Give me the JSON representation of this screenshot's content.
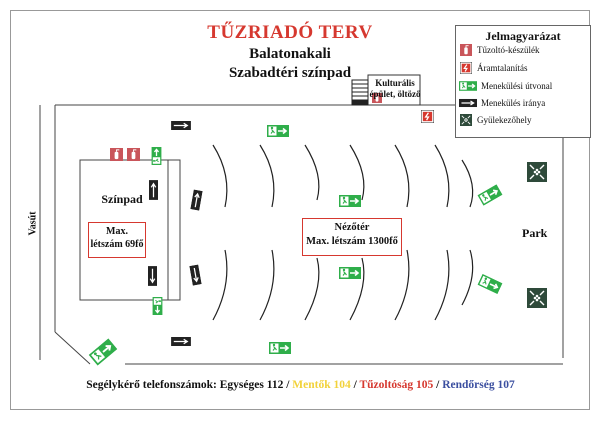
{
  "header": {
    "title": "TŰZRIADÓ TERV",
    "location": "Balatonakali",
    "venue": "Szabadtéri színpad"
  },
  "legend": {
    "title": "Jelmagyarázat",
    "items": [
      {
        "icon": "fire-extinguisher-icon",
        "label": "Tűzoltó-készülék"
      },
      {
        "icon": "power-cut-icon",
        "label": "Áramtalanítás"
      },
      {
        "icon": "exit-route-icon",
        "label": "Menekülési útvonal"
      },
      {
        "icon": "escape-direction-arrow-icon",
        "label": "Menekülés iránya"
      },
      {
        "icon": "assembly-point-icon",
        "label": "Gyülekezőhely"
      }
    ]
  },
  "map": {
    "building_label": "Kulturális épület, öltöző",
    "stage_label": "Színpad",
    "stage_capacity": "Max. létszám 69fő",
    "auditorium_label": "Nézőtér",
    "auditorium_capacity": "Max. létszám 1300fő",
    "railway_label": "Vasút",
    "park_label": "Park"
  },
  "footer": {
    "prefix": "Segélykérő telefonszámok: Egységes 112 / ",
    "ambulance": "Mentők 104",
    "sep1": " / ",
    "fire": "Tűzoltóság 105",
    "sep2": " / ",
    "police": "Rendőrség 107"
  },
  "colors": {
    "title": "#d6382f",
    "exit_sign": "#2fae4a",
    "assembly": "#2e4a3a",
    "ambulance": "#f2d23a",
    "fire": "#d6382f",
    "police": "#3b4fa0"
  }
}
